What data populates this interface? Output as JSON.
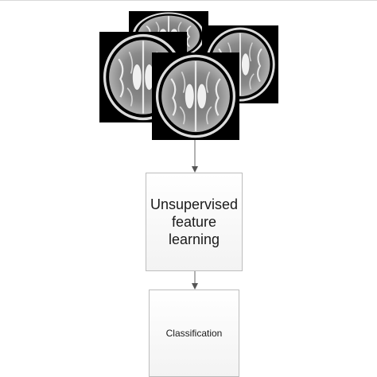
{
  "diagram": {
    "nodes": [
      {
        "id": "input",
        "kind": "image-stack",
        "content": "brain MRI axial slices"
      },
      {
        "id": "feature-learning",
        "kind": "process",
        "label": "Unsupervised feature learning"
      },
      {
        "id": "classification",
        "kind": "process",
        "label": "Classification"
      }
    ],
    "edges": [
      {
        "from": "input",
        "to": "feature-learning"
      },
      {
        "from": "feature-learning",
        "to": "classification"
      }
    ]
  }
}
